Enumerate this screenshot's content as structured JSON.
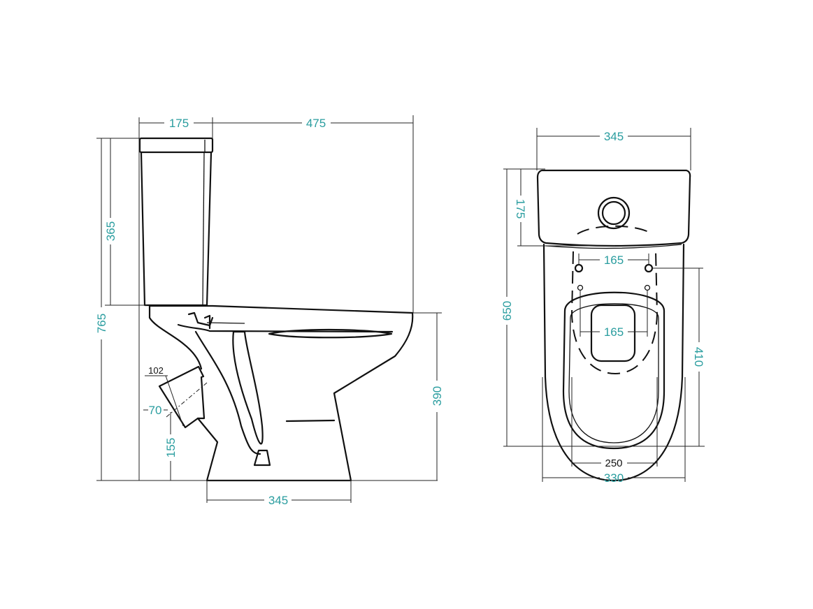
{
  "side_view": {
    "dims": {
      "tank_depth": "175",
      "total_depth": "475",
      "total_height": "765",
      "tank_height": "365",
      "seat_height": "390",
      "base_width": "345",
      "outlet_diameter": "102",
      "outlet_pipe": "70",
      "outlet_height": "155"
    }
  },
  "top_view": {
    "dims": {
      "tank_width": "345",
      "tank_depth": "175",
      "total_length": "650",
      "hinge_spacing_top": "165",
      "hinge_spacing_inner": "165",
      "bowl_length": "410",
      "seat_width": "250",
      "bowl_width": "330"
    }
  },
  "colors": {
    "dimension_text": "#2a9d9f",
    "outline": "#111111"
  }
}
